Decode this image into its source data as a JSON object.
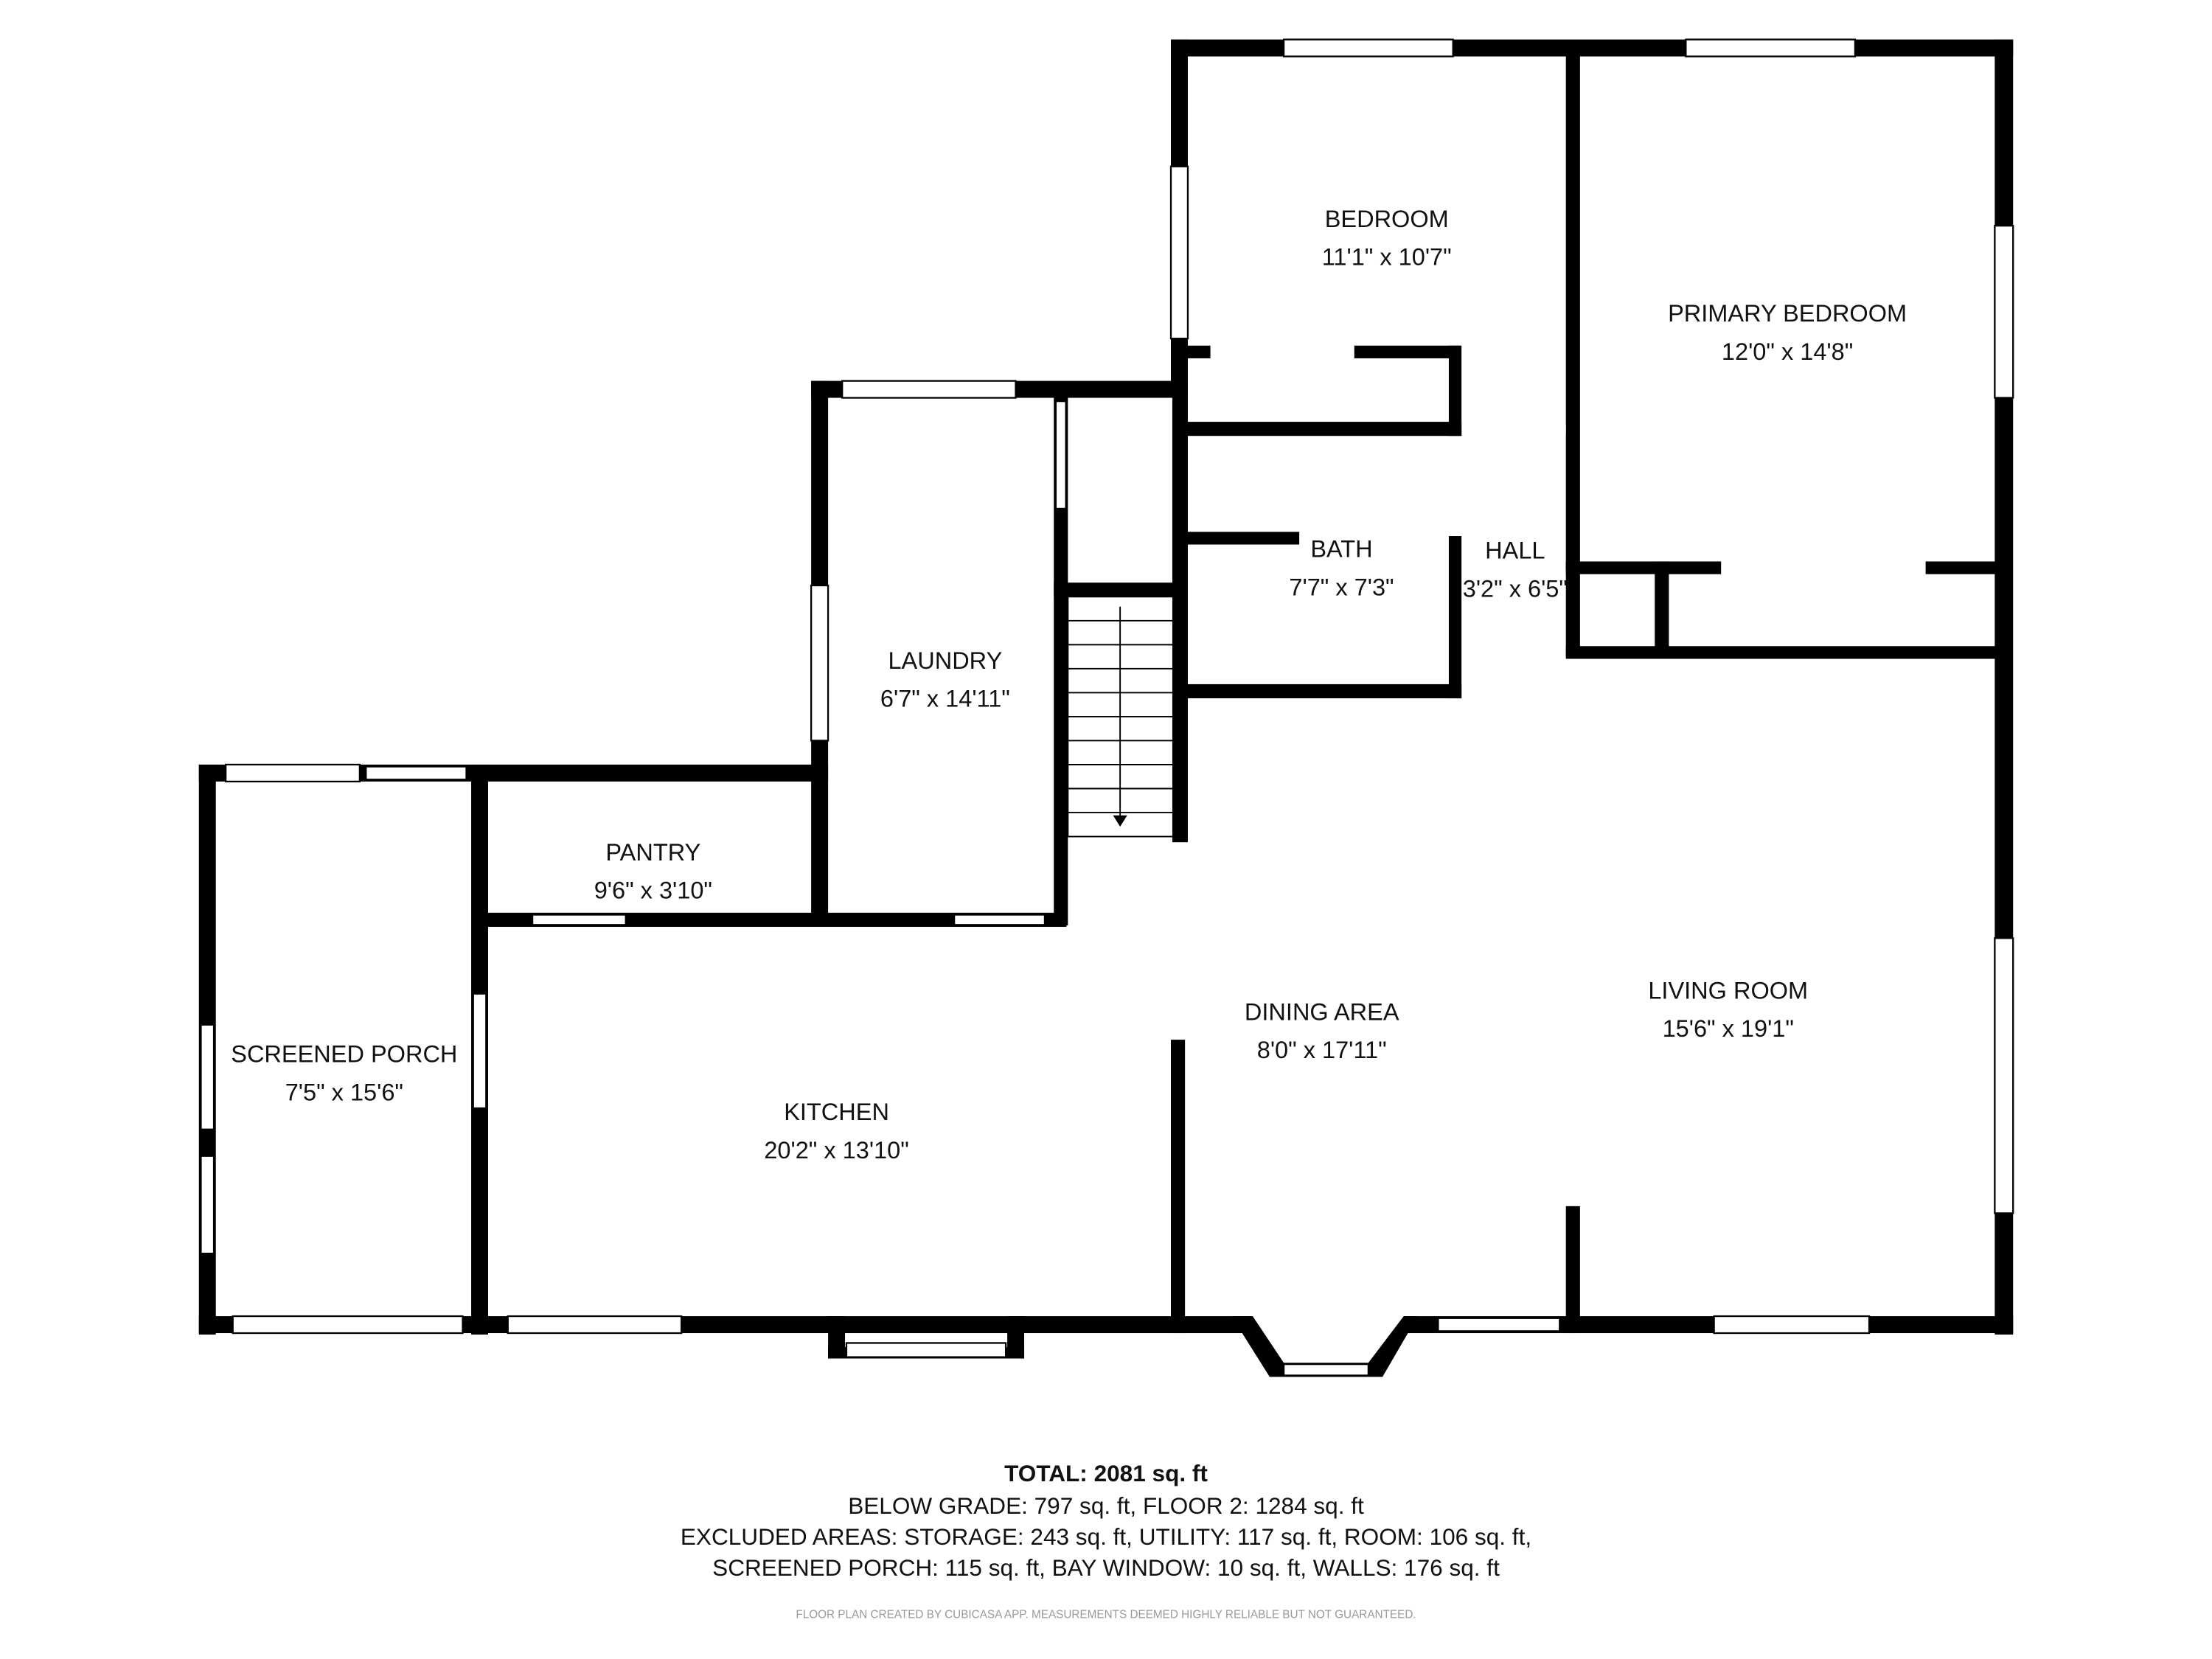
{
  "rooms": [
    {
      "name": "BEDROOM",
      "size": "11'1\" x 10'7\""
    },
    {
      "name": "PRIMARY BEDROOM",
      "size": "12'0\" x 14'8\""
    },
    {
      "name": "BATH",
      "size": "7'7\" x 7'3\""
    },
    {
      "name": "HALL",
      "size": "3'2\" x 6'5\""
    },
    {
      "name": "LAUNDRY",
      "size": "6'7\" x 14'11\""
    },
    {
      "name": "PANTRY",
      "size": "9'6\" x 3'10\""
    },
    {
      "name": "SCREENED PORCH",
      "size": "7'5\" x 15'6\""
    },
    {
      "name": "KITCHEN",
      "size": "20'2\" x 13'10\""
    },
    {
      "name": "DINING AREA",
      "size": "8'0\" x 17'11\""
    },
    {
      "name": "LIVING ROOM",
      "size": "15'6\" x 19'1\""
    }
  ],
  "summary": {
    "total": "TOTAL: 2081 sq. ft",
    "line1": "BELOW GRADE: 797 sq. ft, FLOOR 2: 1284 sq. ft",
    "line2": "EXCLUDED AREAS: STORAGE: 243 sq. ft, UTILITY: 117 sq. ft, ROOM: 106 sq. ft,",
    "line3": "SCREENED PORCH: 115 sq. ft, BAY WINDOW: 10 sq. ft, WALLS: 176 sq. ft"
  },
  "credit": "FLOOR PLAN CREATED BY CUBICASA APP. MEASUREMENTS DEEMED HIGHLY RELIABLE BUT NOT GUARANTEED.",
  "colors": {
    "wall": "#000000",
    "background": "#ffffff",
    "credit": "#999999"
  }
}
